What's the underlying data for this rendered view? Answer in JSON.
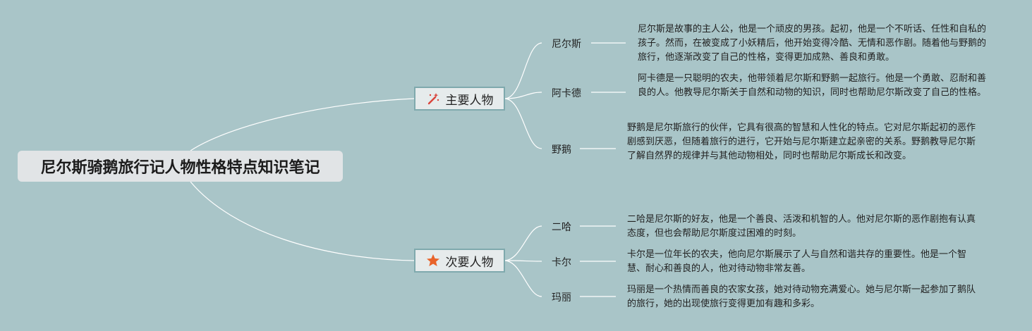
{
  "root": {
    "title": "尼尔斯骑鹅旅行记人物性格特点知识笔记"
  },
  "branches": [
    {
      "label": "主要人物",
      "icon": "magic-wand-icon",
      "icon_color": "#d9443c",
      "children": [
        {
          "name": "尼尔斯",
          "desc": "尼尔斯是故事的主人公，他是一个顽皮的男孩。起初，他是一个不听话、任性和自私的孩子。然而，在被变成了小妖精后，他开始变得冷酷、无情和恶作剧。随着他与野鹅的旅行，他逐渐改变了自己的性格，变得更加成熟、善良和勇敢。"
        },
        {
          "name": "阿卡德",
          "desc": "阿卡德是一只聪明的农夫，他带领着尼尔斯和野鹅一起旅行。他是一个勇敢、忍耐和善良的人。他教导尼尔斯关于自然和动物的知识，同时也帮助尼尔斯改变了自己的性格。"
        },
        {
          "name": "野鹅",
          "desc": "野鹅是尼尔斯旅行的伙伴，它具有很高的智慧和人性化的特点。它对尼尔斯起初的恶作剧感到厌恶，但随着旅行的进行，它开始与尼尔斯建立起亲密的关系。野鹅教导尼尔斯了解自然界的规律并与其他动物相处，同时也帮助尼尔斯成长和改变。"
        }
      ]
    },
    {
      "label": "次要人物",
      "icon": "star-icon",
      "icon_color": "#e8632a",
      "children": [
        {
          "name": "二哈",
          "desc": "二哈是尼尔斯的好友，他是一个善良、活泼和机智的人。他对尼尔斯的恶作剧抱有认真态度，但也会帮助尼尔斯度过困难的时刻。"
        },
        {
          "name": "卡尔",
          "desc": "卡尔是一位年长的农夫，他向尼尔斯展示了人与自然和谐共存的重要性。他是一个智慧、耐心和善良的人，他对待动物非常友善。"
        },
        {
          "name": "玛丽",
          "desc": "玛丽是一个热情而善良的农家女孩，她对待动物充满爱心。她与尼尔斯一起参加了鹅队的旅行，她的出现使旅行变得更加有趣和多彩。"
        }
      ]
    }
  ],
  "colors": {
    "background": "#a9c5c8",
    "line": "#ffffff",
    "branch_border": "#7fa9ad"
  }
}
